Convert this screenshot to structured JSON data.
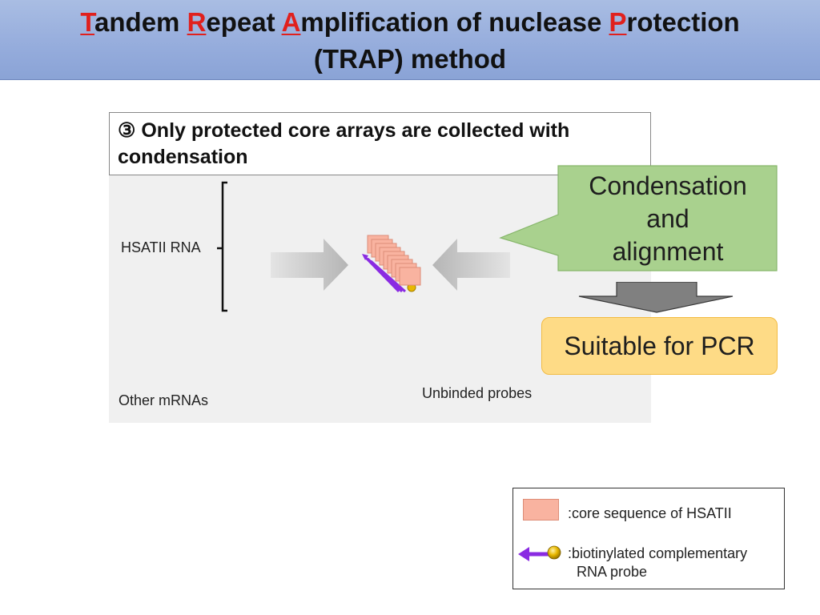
{
  "title": {
    "line1": [
      {
        "text": "T",
        "red": true
      },
      {
        "text": "andem ",
        "red": false
      },
      {
        "text": "R",
        "red": true
      },
      {
        "text": "epeat ",
        "red": false
      },
      {
        "text": "A",
        "red": true
      },
      {
        "text": "mplification of nuclease ",
        "red": false
      },
      {
        "text": "P",
        "red": true
      },
      {
        "text": "rotection",
        "red": false
      }
    ],
    "line2": "(TRAP) method"
  },
  "step": {
    "text_line1": "③ Only protected core arrays are collected with",
    "text_line2": "condensation"
  },
  "diagram": {
    "hsatii_label": "HSATII RNA",
    "other_mrnas_label": "Other mRNAs",
    "unbinded_label": "Unbinded probes"
  },
  "callout": {
    "lines": [
      "Condensation",
      "and",
      "alignment"
    ]
  },
  "pcr_box": {
    "label": "Suitable for PCR"
  },
  "legend": {
    "core_label": "core sequence of HSATII",
    "probe_line1": "biotinylated complementary",
    "probe_line2": "RNA probe",
    "colon": ":"
  },
  "colors": {
    "title_red": "#e0201d",
    "title_bar": "#95acdc",
    "core_fill": "#f9b3a0",
    "probe_purple": "#8a2be2",
    "biotin_gold": "#e8b800",
    "callout_green": "#a9d18e",
    "pcr_orange": "#fedb86",
    "down_arrow_gray": "#808080"
  }
}
